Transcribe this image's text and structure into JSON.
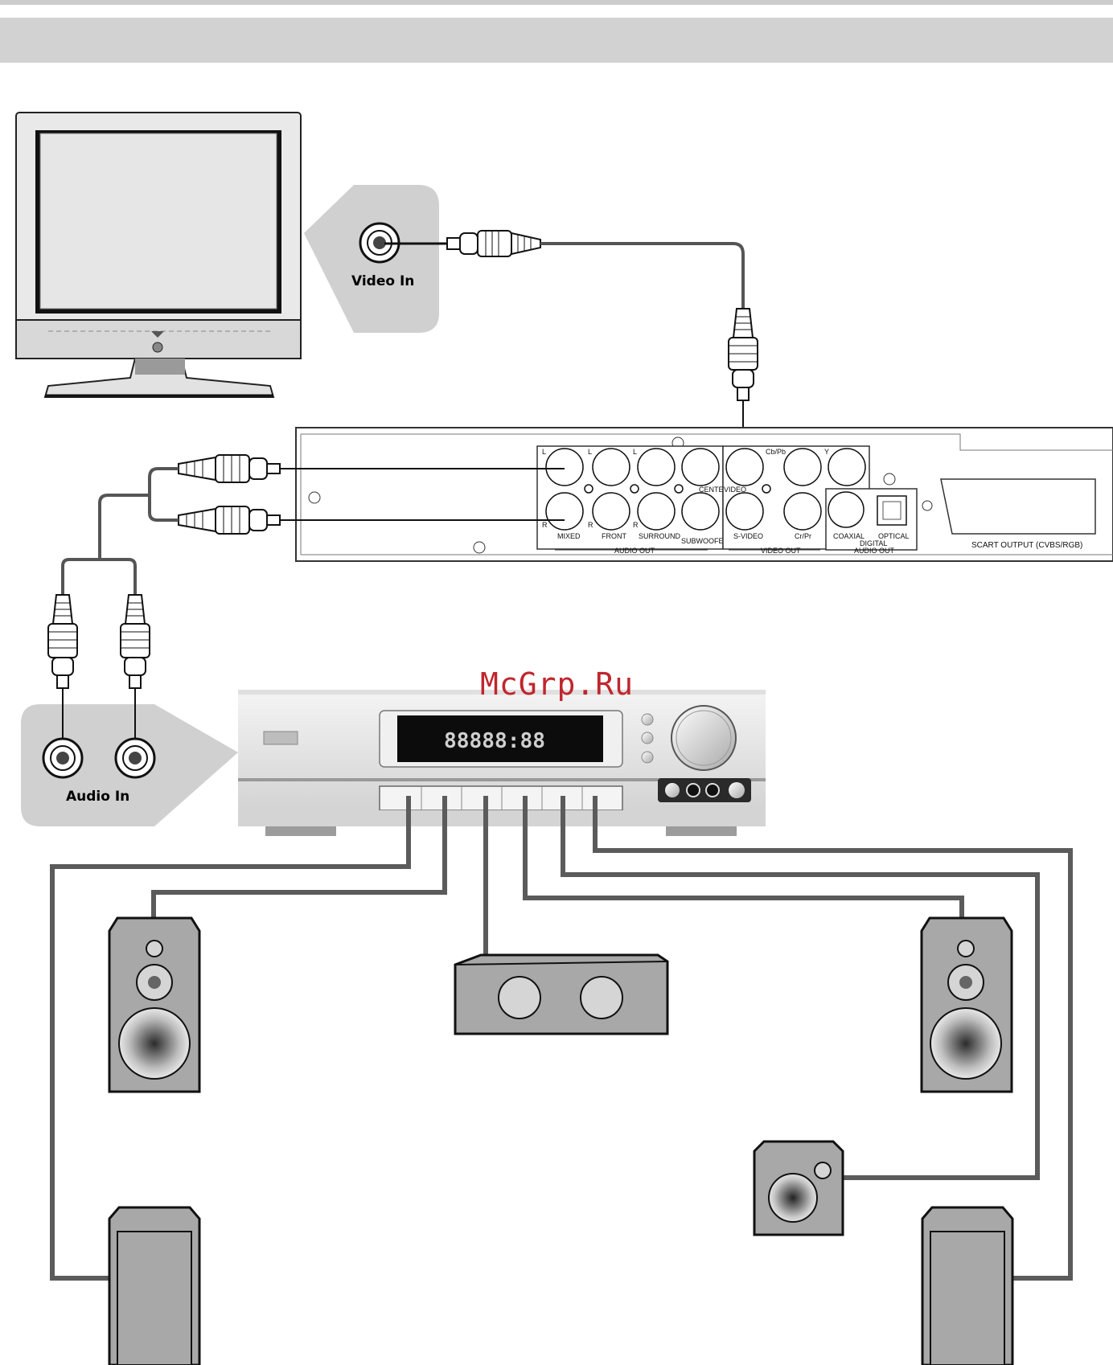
{
  "callouts": {
    "video_in": "Video In",
    "audio_in": "Audio In"
  },
  "panel": {
    "audio_top_L": [
      "L",
      "L",
      "L"
    ],
    "audio_bottom_R": [
      "R",
      "R",
      "R"
    ],
    "center": "CENTER",
    "video": "VIDEO",
    "cb_pb": "Cb/Pb",
    "y": "Y",
    "mixed": "MIXED",
    "front": "FRONT",
    "surround": "SURROUND",
    "subwoofer": "SUBWOOFER",
    "audio_out": "AUDIO OUT",
    "s_video": "S-VIDEO",
    "cr_pr": "Cr/Pr",
    "video_out": "VIDEO OUT",
    "coaxial": "COAXIAL",
    "optical": "OPTICAL",
    "digital": "DIGITAL",
    "digital_audio_out": "AUDIO OUT",
    "scart": "SCART OUTPUT (CVBS/RGB)"
  },
  "receiver": {
    "display": "88888:88"
  },
  "watermark": "McGrp.Ru"
}
